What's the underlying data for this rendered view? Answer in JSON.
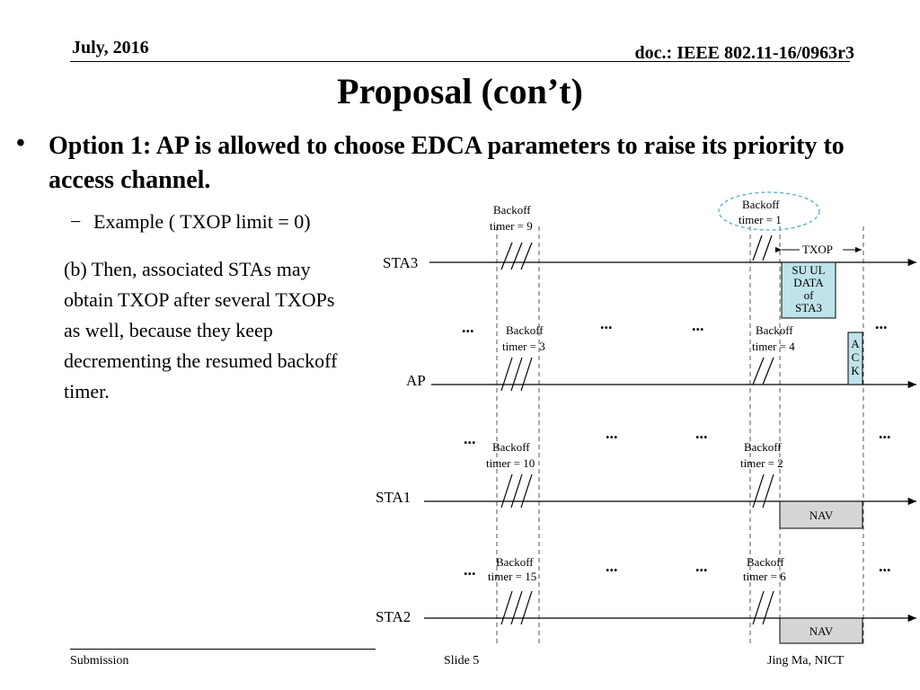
{
  "header": {
    "date": "July, 2016",
    "doc": "doc.: IEEE 802.11-16/0963r3"
  },
  "slide": {
    "title": "Proposal (con’t)",
    "bullet_marker": "•",
    "bullet": "Option 1: AP is allowed to choose EDCA parameters to raise its priority to access channel.",
    "sub_marker": "−",
    "sub_bullet": "Example ( TXOP limit = 0)",
    "paragraph": "(b) Then, associated STAs may obtain TXOP after several TXOPs as well, because they keep decrementing the resumed backoff timer."
  },
  "diagram": {
    "stations": [
      "STA3",
      "AP",
      "STA1",
      "STA2"
    ],
    "sta3_backoff_1": [
      "Backoff",
      "timer = 9"
    ],
    "sta3_backoff_2": [
      "Backoff",
      "timer = 1"
    ],
    "ap_backoff_1": [
      "Backoff",
      "timer = 3"
    ],
    "ap_backoff_2": [
      "Backoff",
      "timer = 4"
    ],
    "sta1_backoff_1": [
      "Backoff",
      "timer = 10"
    ],
    "sta1_backoff_2": [
      "Backoff",
      "timer = 2"
    ],
    "sta2_backoff_1": [
      "Backoff",
      "timer = 15"
    ],
    "sta2_backoff_2": [
      "Backoff",
      "timer = 6"
    ],
    "txop_label": "TXOP",
    "data_frame": [
      "SU UL",
      "DATA",
      "of",
      "STA3"
    ],
    "ack": [
      "A",
      "C",
      "K"
    ],
    "nav": "NAV",
    "ellipsis": "...",
    "colors": {
      "data_fill": "#bfe3ea",
      "nav_fill": "#d6d6d6",
      "highlight": "#6fb3c6"
    }
  },
  "footer": {
    "left": "Submission",
    "center": "Slide 5",
    "right": "Jing Ma, NICT"
  }
}
